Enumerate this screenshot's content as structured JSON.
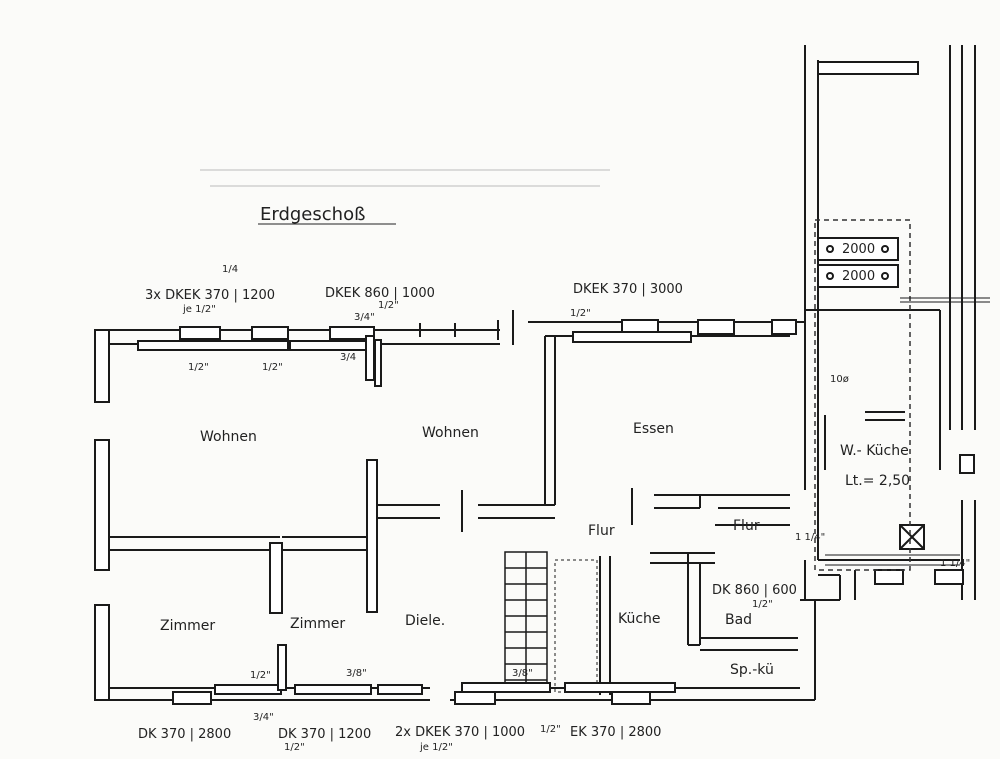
{
  "title": "Erdgeschoß",
  "rooms": {
    "wohnen_1": "Wohnen",
    "wohnen_2": "Wohnen",
    "essen": "Essen",
    "w_kueche": "W.- Küche",
    "lichte_hoehe": "Lt.= 2,50",
    "flur_1": "Flur",
    "flur_2": "Flur",
    "zimmer_1": "Zimmer",
    "zimmer_2": "Zimmer",
    "diele": "Diele.",
    "kueche": "Küche",
    "bad": "Bad",
    "speisekammer": "Sp.-kü"
  },
  "radiators": {
    "r_2000_a": "2000",
    "r_2000_b": "2000",
    "top_left": "3x DKEK 370 | 1200",
    "top_mid": "DKEK 860 | 1000",
    "top_right": "DKEK 370 | 3000",
    "bad_unit": "DK 860 | 600",
    "bot_1": "DK 370 | 2800",
    "bot_2": "DK 370 | 1200",
    "bot_3": "2x DKEK 370 | 1000",
    "bot_4": "EK 370 | 2800"
  },
  "annotations": {
    "je_a": "je 1/2\"",
    "je_b": "je 1/2\"",
    "half_1": "1/2\"",
    "half_2": "1/2\"",
    "half_3": "1/2\"",
    "half_4": "1/2\"",
    "half_5": "1/2\"",
    "half_6": "1/2\"",
    "half_7": "1/2\"",
    "half_8": "1/2\"",
    "threeq_1": "3/4\"",
    "threeq_2": "3/4",
    "threeq_3": "3/4\"",
    "threeq_4": "1 1/4\"",
    "threeq_5": "1 1/4\"",
    "three8_1": "3/8\"",
    "three8_2": "3/8\"",
    "top_mark": "1/4",
    "boiler_mark": "10ø"
  }
}
